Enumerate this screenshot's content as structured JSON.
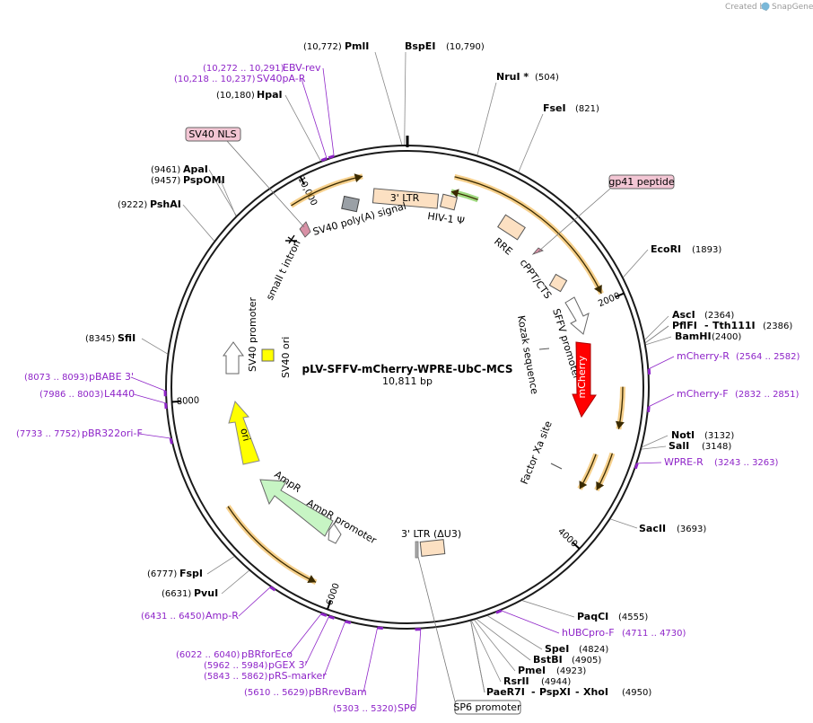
{
  "credit": {
    "prefix": "Created by",
    "brand": "SnapGene"
  },
  "plasmid": {
    "name": "pLV-SFFV-mCherry-WPRE-UbC-MCS",
    "length": 10811,
    "length_label": "10,811 bp"
  },
  "ticks": [
    {
      "bp": 2000,
      "label": "2000"
    },
    {
      "bp": 4000,
      "label": "4000"
    },
    {
      "bp": 6000,
      "label": "6000"
    },
    {
      "bp": 8000,
      "label": "8000"
    },
    {
      "bp": 10000,
      "label": "10,000"
    }
  ],
  "sites": [
    {
      "name": "PmlI",
      "pos": "(10,772)",
      "bp": 10772
    },
    {
      "name": "BspEI",
      "pos": "(10,790)",
      "bp": 10790
    },
    {
      "name": "NruI *",
      "pos": "(504)",
      "bp": 504
    },
    {
      "name": "FseI",
      "pos": "(821)",
      "bp": 821
    },
    {
      "name": "EcoRI",
      "pos": "(1893)",
      "bp": 1893
    },
    {
      "name": "AscI",
      "pos": "(2364)",
      "bp": 2364
    },
    {
      "name": "PflFI",
      "pos": "(2386)",
      "bp": 2386
    },
    {
      "name": "Tth111I",
      "pos": "(2386)",
      "bp": 2386
    },
    {
      "name": "BamHI",
      "pos": "(2400)",
      "bp": 2400
    },
    {
      "name": "NotI",
      "pos": "(3132)",
      "bp": 3132
    },
    {
      "name": "SalI",
      "pos": "(3148)",
      "bp": 3148
    },
    {
      "name": "SacII",
      "pos": "(3693)",
      "bp": 3693
    },
    {
      "name": "PaqCI",
      "pos": "(4555)",
      "bp": 4555
    },
    {
      "name": "SpeI",
      "pos": "(4824)",
      "bp": 4824
    },
    {
      "name": "BstBI",
      "pos": "(4905)",
      "bp": 4905
    },
    {
      "name": "PmeI",
      "pos": "(4923)",
      "bp": 4923
    },
    {
      "name": "RsrII",
      "pos": "(4944)",
      "bp": 4944
    },
    {
      "name": "PaeR7I",
      "bp": 4950
    },
    {
      "name": "PspXI",
      "bp": 4950
    },
    {
      "name": "XhoI",
      "pos": "(4950)",
      "bp": 4950
    },
    {
      "name": "PvuI",
      "pos": "(6631)",
      "bp": 6631
    },
    {
      "name": "FspI",
      "pos": "(6777)",
      "bp": 6777
    },
    {
      "name": "SfiI",
      "pos": "(8345)",
      "bp": 8345
    },
    {
      "name": "PshAI",
      "pos": "(9222)",
      "bp": 9222
    },
    {
      "name": "PspOMI",
      "pos": "(9457)",
      "bp": 9457
    },
    {
      "name": "ApaI",
      "pos": "(9461)",
      "bp": 9461
    },
    {
      "name": "HpaI",
      "pos": "(10,180)",
      "bp": 10180
    }
  ],
  "primers": [
    {
      "name": "mCherry-R",
      "pos": "(2564 .. 2582)",
      "bp": 2573
    },
    {
      "name": "mCherry-F",
      "pos": "(2832 .. 2851)",
      "bp": 2841
    },
    {
      "name": "WPRE-R",
      "pos": "(3243 .. 3263)",
      "bp": 3253
    },
    {
      "name": "hUBCpro-F",
      "pos": "(4711 .. 4730)",
      "bp": 4720
    },
    {
      "name": "SP6",
      "pos": "(5303 .. 5320)",
      "bp": 5311
    },
    {
      "name": "pBRrevBam",
      "pos": "(5610 .. 5629)",
      "bp": 5619
    },
    {
      "name": "pRS-marker",
      "pos": "(5843 .. 5862)",
      "bp": 5852
    },
    {
      "name": "pGEX 3'",
      "pos": "(5962 .. 5984)",
      "bp": 5973
    },
    {
      "name": "pBRforEco",
      "pos": "(6022 .. 6040)",
      "bp": 6031
    },
    {
      "name": "Amp-R",
      "pos": "(6431 .. 6450)",
      "bp": 6440
    },
    {
      "name": "pBR322ori-F",
      "pos": "(7733 .. 7752)",
      "bp": 7742
    },
    {
      "name": "L4440",
      "pos": "(7986 .. 8003)",
      "bp": 7994
    },
    {
      "name": "pBABE 3'",
      "pos": "(8073 .. 8093)",
      "bp": 8083
    },
    {
      "name": "SV40pA-R",
      "pos": "(10,218 .. 10,237)",
      "bp": 10227
    },
    {
      "name": "EBV-rev",
      "pos": "(10,272 .. 10,291)",
      "bp": 10281
    }
  ],
  "features": {
    "ltr5": "HIV-1 Ψ",
    "ltr3top": "3' LTR",
    "rre": "RRE",
    "cppt": "cPPT/CTS",
    "sffv": "SFFV promoter",
    "kozak": "Kozak sequence",
    "mcherry": "mCherry",
    "factorxa": "Factor Xa site",
    "ltr3bottom": "3' LTR (ΔU3)",
    "ampr_promoter": "AmpR promoter",
    "ampr": "AmpR",
    "ori": "ori",
    "sv40_promoter": "SV40 promoter",
    "sv40_ori": "SV40 ori",
    "small_t": "small t intron",
    "sv40_polya": "SV40 poly(A) signal"
  },
  "callouts": {
    "sv40nls": "SV40 NLS",
    "gp41": "gp41 peptide",
    "sp6promoter": "SP6 promoter"
  },
  "colors": {
    "backbone": "#1a1a1a",
    "orf_arc": "#f0b040",
    "primer": "#8e24c8",
    "mcherry": "#ff0000",
    "ori": "#ffff00",
    "ampr": "#c7f5c4",
    "ltr": "#fce0c2",
    "callout_fill": "#f3c6d4"
  }
}
